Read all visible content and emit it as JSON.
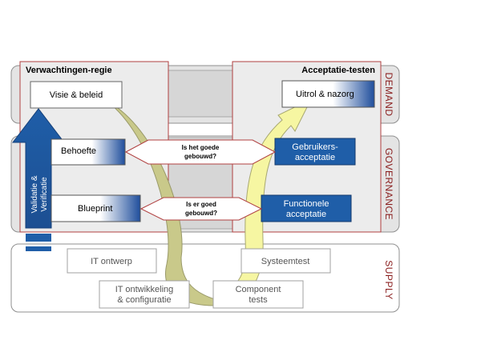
{
  "columns": {
    "left_title": "Verwachtingen-regie",
    "right_title": "Acceptatie-testen"
  },
  "layers": {
    "demand": "DEMAND",
    "governance": "GOVERNANCE",
    "supply": "SUPPLY"
  },
  "left_boxes": {
    "visie": "Visie & beleid",
    "behoefte": "Behoefte",
    "blueprint": "Blueprint"
  },
  "right_boxes": {
    "uitrol": "Uitrol & nazorg",
    "gebruikers_line1": "Gebruikers-",
    "gebruikers_line2": "acceptatie",
    "functionele_line1": "Functionele",
    "functionele_line2": "acceptatie"
  },
  "questions": {
    "q1_line1": "Is het goede",
    "q1_line2": "gebouwd?",
    "q2_line1": "Is er goed",
    "q2_line2": "gebouwd?"
  },
  "vertical_arrow": {
    "line1": "Validatie &",
    "line2": "Verificatie"
  },
  "supply_boxes": {
    "it_ontwerp": "IT ontwerp",
    "systeemtest": "Systeemtest",
    "it_ontwikkeling_line1": "IT ontwikkeling",
    "it_ontwikkeling_line2": "& configuratie",
    "component_line1": "Component",
    "component_line2": "tests"
  },
  "colors": {
    "blue": "#1f5ea8",
    "dark_red": "#8b2020",
    "olive_arrow": "#c9c98a",
    "yellow_arrow": "#f6f6a2"
  }
}
